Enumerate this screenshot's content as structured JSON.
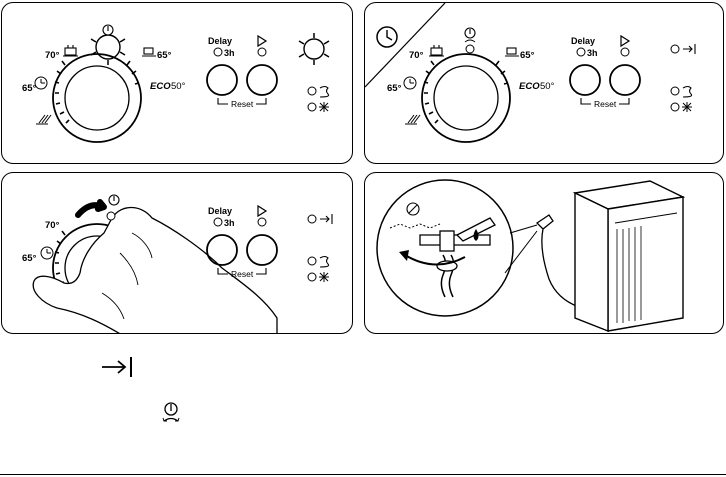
{
  "control_panel": {
    "temp_70": "70°",
    "temp_65_left": "65°",
    "temp_65_right": "65°",
    "eco_brand": "ECO",
    "eco_temp": "50°",
    "delay_label": "Delay",
    "delay_value": "3h",
    "reset_label": "Reset"
  },
  "icons": {
    "program_knob": "rotary-knob",
    "power": "power-icon",
    "start": "play-icon",
    "end": "end-arrow-icon",
    "salt": "salt-icon",
    "rinse_aid": "rinse-aid-icon",
    "clock": "clock-icon",
    "water_drop": "water-drop-icon"
  }
}
